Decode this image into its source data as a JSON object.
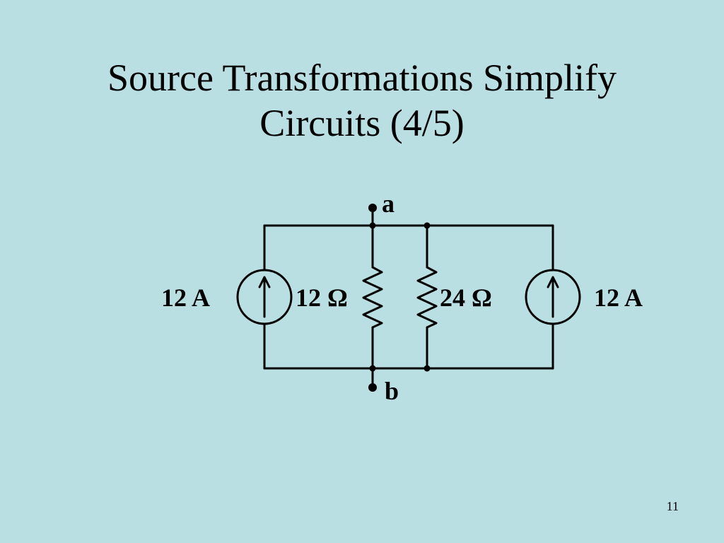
{
  "slide": {
    "title_line1": "Source Transformations Simplify",
    "title_line2": "Circuits  (4/5)",
    "page_number": "11"
  },
  "circuit": {
    "terminal_top": "a",
    "terminal_bottom": "b",
    "left_source_label": "12 A",
    "resistor_1_label": "12 Ω",
    "resistor_2_label": "24 Ω",
    "right_source_label": "12 A"
  },
  "colors": {
    "background": "#b9dfe3",
    "ink": "#000000"
  }
}
